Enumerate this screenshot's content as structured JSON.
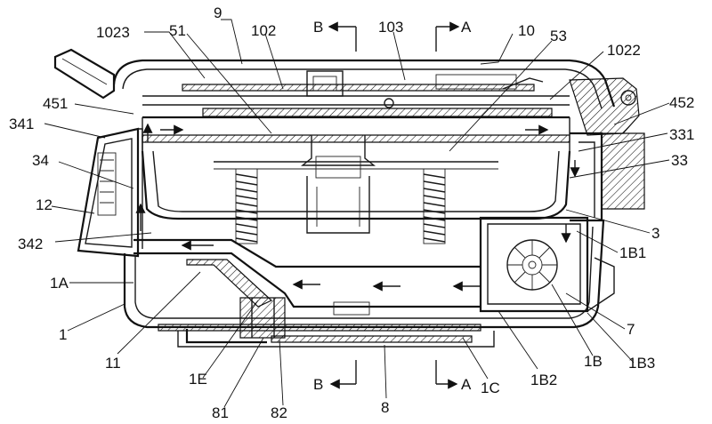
{
  "labels": {
    "l9": "9",
    "l1023": "1023",
    "l51": "51",
    "l102": "102",
    "lB_top": "B",
    "l103": "103",
    "lA_top": "A",
    "l10": "10",
    "l53": "53",
    "l1022": "1022",
    "l451": "451",
    "l341": "341",
    "l452": "452",
    "l331": "331",
    "l34": "34",
    "l33": "33",
    "l12": "12",
    "l3": "3",
    "l342": "342",
    "l1B1": "1B1",
    "l1A": "1A",
    "l1": "1",
    "l11": "11",
    "l7": "7",
    "l1B": "1B",
    "l1E": "1E",
    "l1B3": "1B3",
    "l1C": "1C",
    "l1B2": "1B2",
    "lB_bot": "B",
    "l8": "8",
    "lA_bot": "A",
    "l81": "81",
    "l82": "82"
  }
}
